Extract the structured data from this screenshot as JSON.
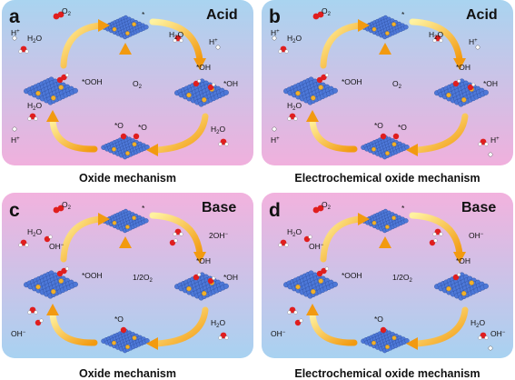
{
  "panels": [
    {
      "letter": "a",
      "condition": "Acid",
      "caption": "Oxide mechanism",
      "theme": "acid",
      "labels": {
        "top_left_mol": "O2",
        "top_left_ion": "H+",
        "top_left_water": "H2O",
        "top_right_water": "H2O",
        "top_right_ion": "H+",
        "left_adsorbate": "*OOH",
        "right_adsorbate_1": "*OH",
        "right_adsorbate_2": "*OH",
        "center_mol": "O2",
        "bottom_adsorbate_1": "*O",
        "bottom_adsorbate_2": "*O",
        "bottom_left_water": "H2O",
        "bottom_left_ion": "H+",
        "bottom_right_water": "H2O",
        "bottom_right_ion": "",
        "top_star": "*"
      }
    },
    {
      "letter": "b",
      "condition": "Acid",
      "caption": "Electrochemical oxide mechanism",
      "theme": "acid",
      "labels": {
        "top_left_mol": "O2",
        "top_left_ion": "H+",
        "top_left_water": "H2O",
        "top_right_water": "H2O",
        "top_right_ion": "H+",
        "left_adsorbate": "*OOH",
        "right_adsorbate_1": "*OH",
        "right_adsorbate_2": "*OH",
        "center_mol": "O2",
        "bottom_adsorbate_1": "*O",
        "bottom_adsorbate_2": "*O",
        "bottom_left_water": "H2O",
        "bottom_left_ion": "H+",
        "bottom_right_water": "",
        "bottom_right_ion": "H+",
        "top_star": "*"
      }
    },
    {
      "letter": "c",
      "condition": "Base",
      "caption": "Oxide mechanism",
      "theme": "base",
      "labels": {
        "top_left_mol": "O2",
        "top_left_ion": "",
        "top_left_water": "H2O",
        "top_right_water": "",
        "top_right_ion": "2OH−",
        "left_adsorbate": "*OOH",
        "right_adsorbate_1": "*OH",
        "right_adsorbate_2": "*OH",
        "center_mol": "1/2O2",
        "bottom_adsorbate_1": "*O",
        "bottom_adsorbate_2": "",
        "bottom_left_water": "",
        "bottom_left_ion": "OH−",
        "bottom_right_water": "H2O",
        "bottom_right_ion": "",
        "top_star": "*",
        "top_left_oh": "OH−"
      }
    },
    {
      "letter": "d",
      "condition": "Base",
      "caption": "Electrochemical oxide mechanism",
      "theme": "base",
      "labels": {
        "top_left_mol": "O2",
        "top_left_ion": "",
        "top_left_water": "H2O",
        "top_right_water": "",
        "top_right_ion": "OH−",
        "left_adsorbate": "*OOH",
        "right_adsorbate_1": "*OH",
        "right_adsorbate_2": "",
        "center_mol": "1/2O2",
        "bottom_adsorbate_1": "*O",
        "bottom_adsorbate_2": "",
        "bottom_left_water": "",
        "bottom_left_ion": "OH−",
        "bottom_right_water": "H2O",
        "bottom_right_ion": "OH−",
        "top_star": "*",
        "top_left_oh": "OH−"
      }
    }
  ],
  "colors": {
    "acid_top": "#a9d4f0",
    "acid_bottom": "#f0b0dd",
    "base_top": "#f2b2de",
    "base_bottom": "#a8d2f1",
    "arrow_light": "#fff2a0",
    "arrow_dark": "#f29a10",
    "atom": "#4d78d8",
    "metal": "#f2b12a",
    "oxygen": "#e01e1e",
    "hydrogen": "#ffffff"
  },
  "icons": [
    "catalyst-surface-icon",
    "curved-arrow-icon",
    "water-molecule-icon",
    "oxygen-molecule-icon",
    "proton-icon",
    "hydroxide-icon"
  ]
}
